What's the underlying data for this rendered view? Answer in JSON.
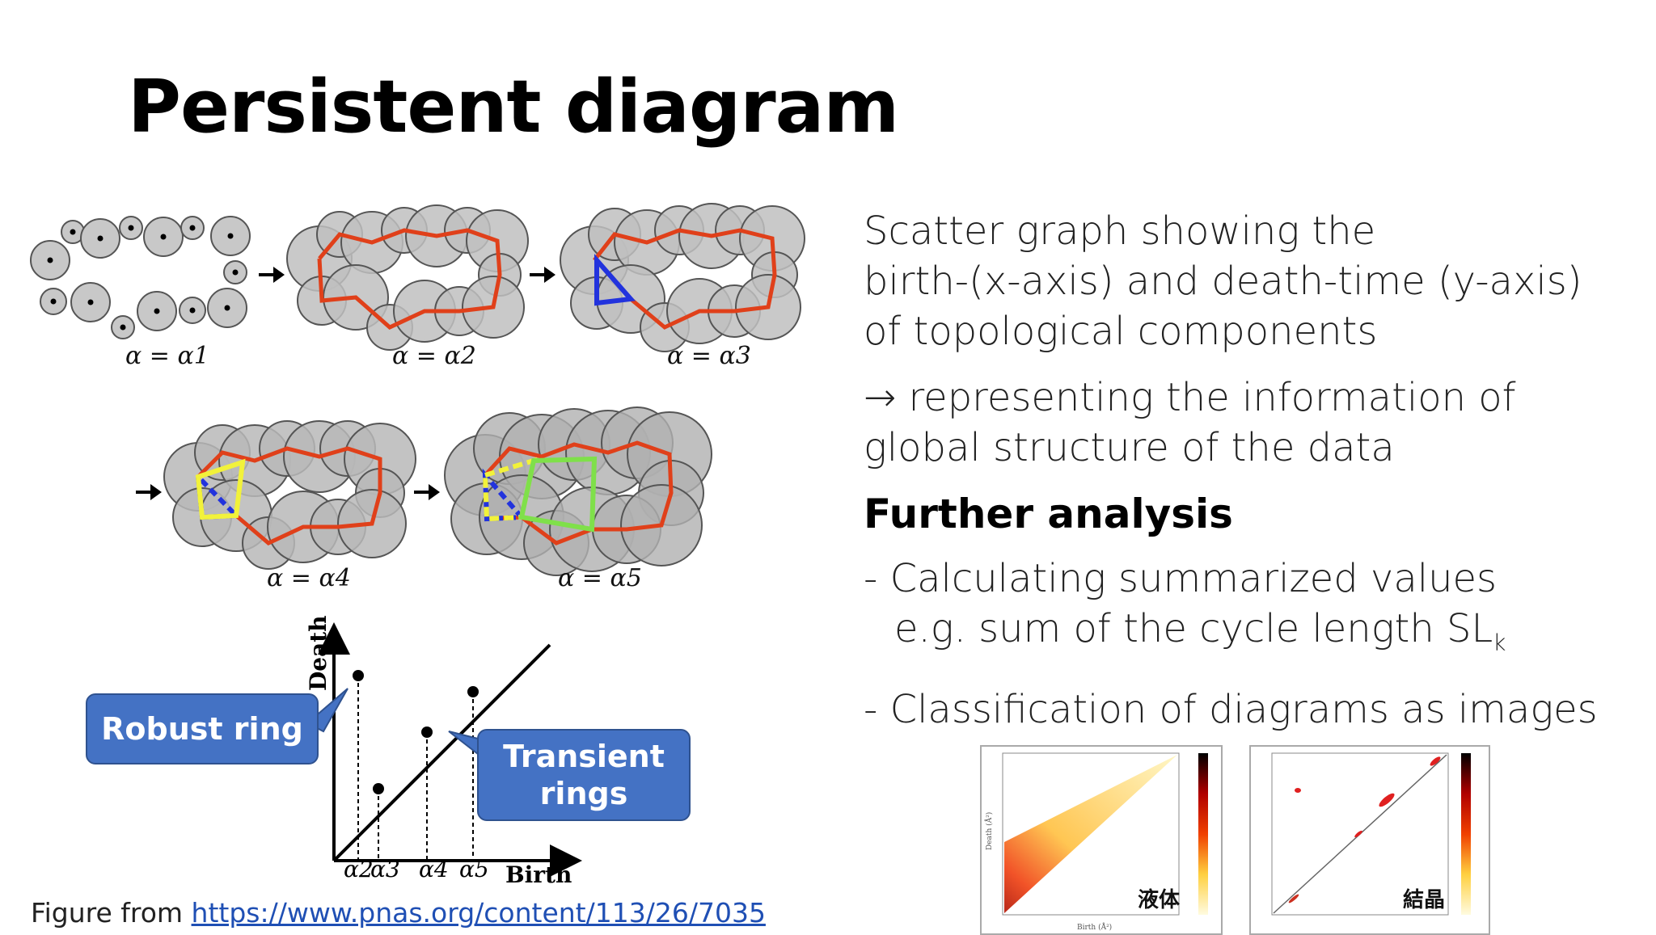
{
  "title": "Persistent diagram",
  "description": "Scatter graph showing the\nbirth-(x-axis) and death-time (y-axis)\nof topological components",
  "arrow_note": "→ representing the information of\nglobal structure of the data",
  "further_heading": "Further analysis",
  "bullet1_line1": "- Calculating summarized values",
  "bullet1_line2": "e.g. sum of the cycle length SL",
  "bullet1_sub": "k",
  "bullet2": "- Classification of diagrams as images",
  "caption_prefix": "Figure from ",
  "caption_link": "https://www.pnas.org/content/113/26/7035",
  "callout_robust": "Robust ring",
  "callout_transient_l1": "Transient",
  "callout_transient_l2": "rings",
  "filtration_labels": [
    "α = α1",
    "α = α2",
    "α = α3",
    "α = α4",
    "α = α5"
  ],
  "axis_death": "Death",
  "axis_birth": "Birth",
  "birth_ticks": [
    "α2",
    "α3",
    "α4",
    "α5"
  ],
  "heatmap_liquid_label": "液体",
  "heatmap_crystal_label": "結晶",
  "heatmap_ylabel": "Death (Å²)",
  "heatmap_xlabel": "Birth (Å²)",
  "colors": {
    "ring": "#e0401a",
    "blue": "#2233dd",
    "yellow": "#f2f23a",
    "green": "#7fe04a",
    "callout": "#4472c4"
  },
  "chart_data": {
    "type": "scatter",
    "xlabel": "Birth",
    "ylabel": "Death",
    "points": [
      {
        "x": "α2",
        "y": "high"
      },
      {
        "x": "α3",
        "y": "low"
      },
      {
        "x": "α4",
        "y": "mid"
      },
      {
        "x": "α5",
        "y": "upper"
      }
    ]
  }
}
